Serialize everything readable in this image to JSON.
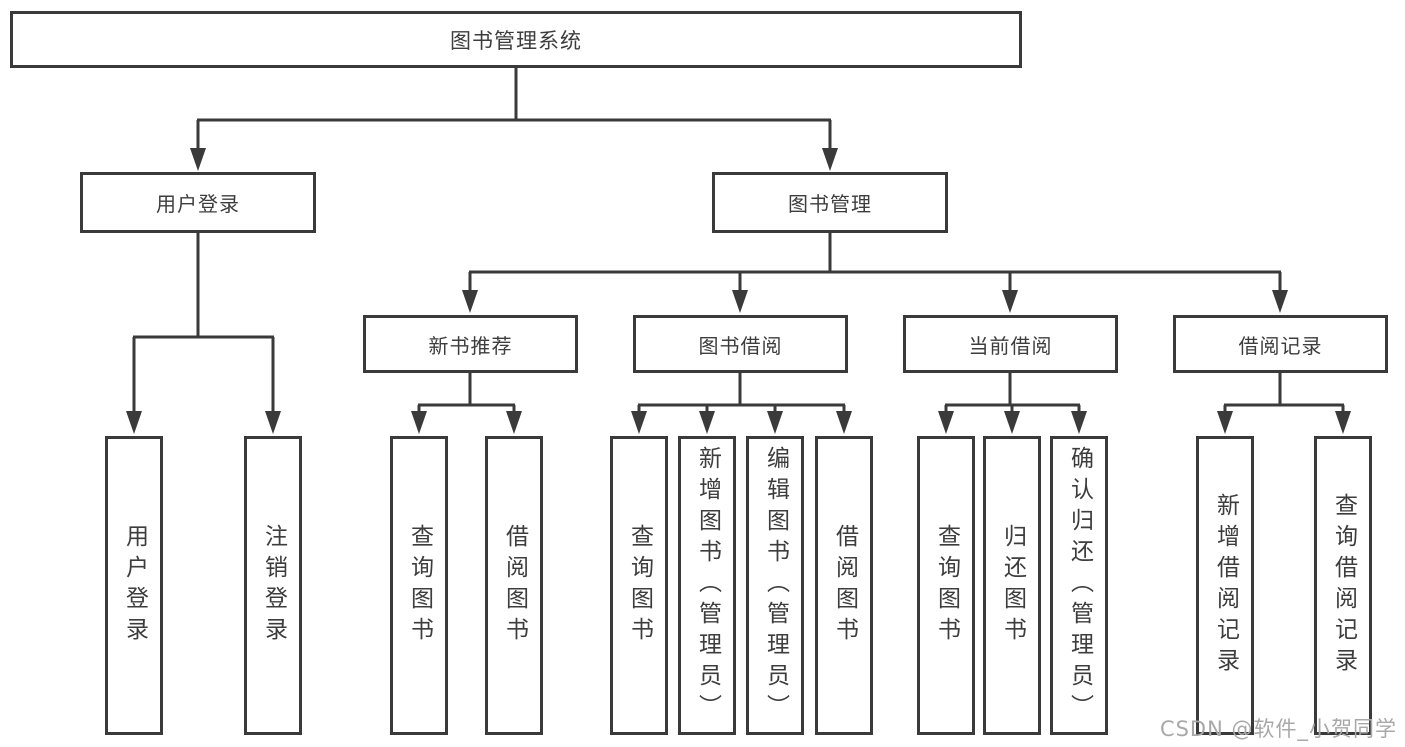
{
  "watermark": "CSDN @软件_小贺同学",
  "colors": {
    "line": "#3a3a3a",
    "text": "#3d3d3d",
    "watermark": "#a8a8a8",
    "background": "#ffffff"
  },
  "diagram": {
    "type": "tree",
    "root": {
      "label": "图书管理系统"
    },
    "level2": [
      {
        "label": "用户登录",
        "parent": "图书管理系统"
      },
      {
        "label": "图书管理",
        "parent": "图书管理系统"
      }
    ],
    "level3": [
      {
        "label": "新书推荐",
        "parent": "图书管理"
      },
      {
        "label": "图书借阅",
        "parent": "图书管理"
      },
      {
        "label": "当前借阅",
        "parent": "图书管理"
      },
      {
        "label": "借阅记录",
        "parent": "图书管理"
      }
    ],
    "leaves": [
      {
        "label": "用户登录",
        "parent": "用户登录"
      },
      {
        "label": "注销登录",
        "parent": "用户登录"
      },
      {
        "label": "查询图书",
        "parent": "新书推荐"
      },
      {
        "label": "借阅图书",
        "parent": "新书推荐"
      },
      {
        "label": "查询图书",
        "parent": "图书借阅"
      },
      {
        "label": "新增图书（管理员）",
        "parent": "图书借阅"
      },
      {
        "label": "编辑图书（管理员）",
        "parent": "图书借阅"
      },
      {
        "label": "借阅图书",
        "parent": "图书借阅"
      },
      {
        "label": "查询图书",
        "parent": "当前借阅"
      },
      {
        "label": "归还图书",
        "parent": "当前借阅"
      },
      {
        "label": "确认归还（管理员）",
        "parent": "当前借阅"
      },
      {
        "label": "新增借阅记录",
        "parent": "借阅记录"
      },
      {
        "label": "查询借阅记录",
        "parent": "借阅记录"
      }
    ]
  }
}
